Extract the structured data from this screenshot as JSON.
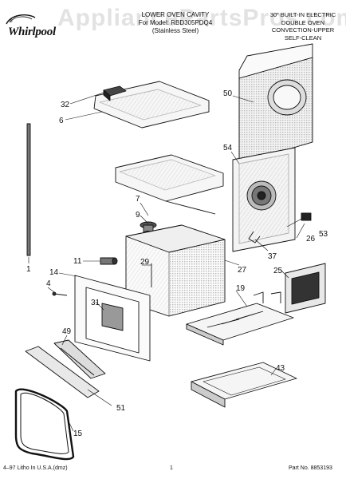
{
  "header": {
    "brand": "Whirlpool",
    "watermark": "AppliancePartsPros.com",
    "title_lines": [
      "LOWER OVEN CAVITY",
      "For Model: RBD305PDQ4",
      "(Stainless Steel)"
    ],
    "description_lines": [
      "30\" BUILT-IN ELECTRIC",
      "DOUBLE OVEN",
      "CONVECTION-UPPER",
      "SELF-CLEAN"
    ]
  },
  "callouts": {
    "c32": "32",
    "c6": "6",
    "c50": "50",
    "c54": "54",
    "c7": "7",
    "c9": "9",
    "c53": "53",
    "c26": "26",
    "c11": "11",
    "c29": "29",
    "c37": "37",
    "c27": "27",
    "c14": "14",
    "c25": "25",
    "c4": "4",
    "c1": "1",
    "c19": "19",
    "c31": "31",
    "c49": "49",
    "c43": "43",
    "c51": "51",
    "c15": "15"
  },
  "footer": {
    "left": "4–97 Litho In U.S.A.(dmz)",
    "page": "1",
    "part_no": "Part No. 8853193"
  }
}
